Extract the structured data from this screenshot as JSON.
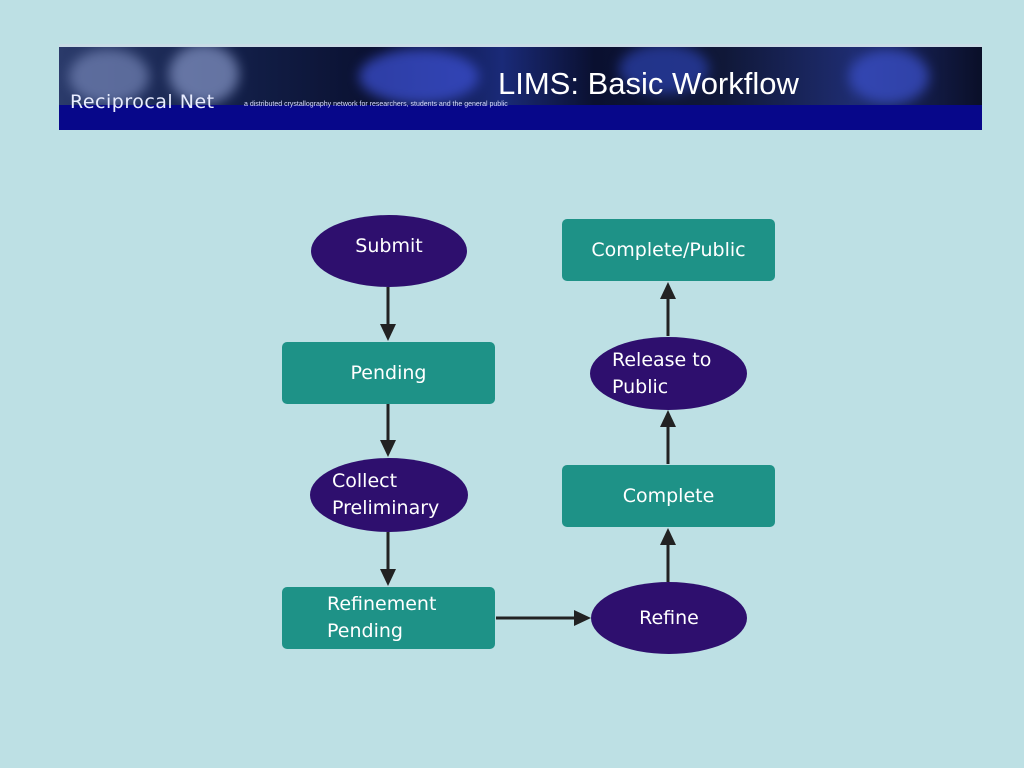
{
  "banner": {
    "brand": "Reciprocal Net",
    "tagline": "a distributed crystallography network for researchers, students and the general public",
    "title": "LIMS: Basic Workflow"
  },
  "workflow": {
    "submit": "Submit",
    "pending": "Pending",
    "collect_preliminary": "Collect\nPreliminary",
    "refinement_pending": "Refinement\nPending",
    "refine": "Refine",
    "complete": "Complete",
    "release_to_public": "Release to\nPublic",
    "complete_public": "Complete/Public"
  },
  "colors": {
    "background": "#bde0e4",
    "state_box": "#1e9287",
    "action_oval": "#2e0f6e",
    "arrow": "#222222",
    "banner_strip": "#07078a"
  }
}
